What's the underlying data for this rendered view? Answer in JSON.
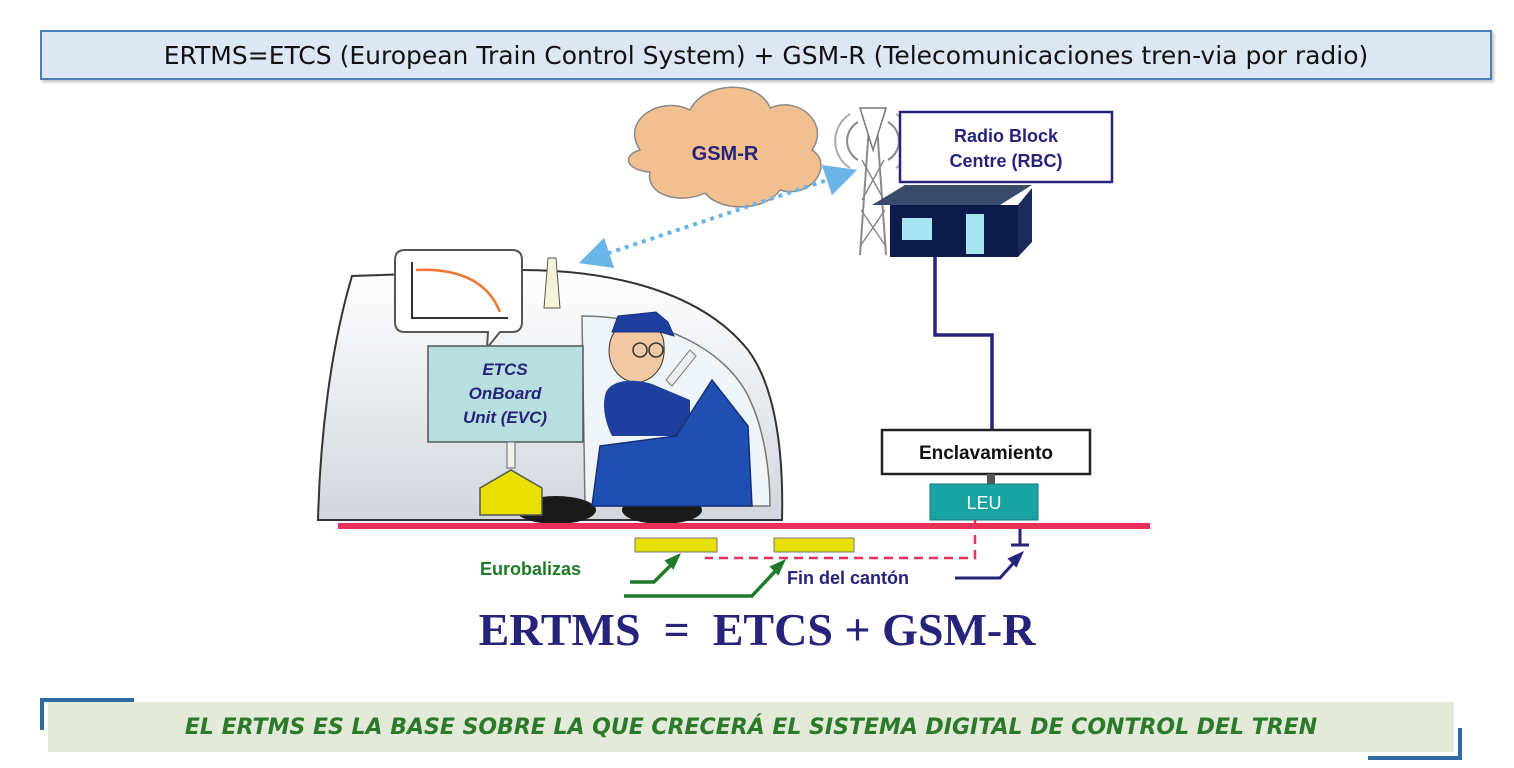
{
  "header": {
    "title": "ERTMS=ETCS (European Train Control System) + GSM-R (Telecomunicaciones tren-via por radio)"
  },
  "diagram": {
    "cloud_label": "GSM-R",
    "rbc_line1": "Radio Block",
    "rbc_line2": "Centre (RBC)",
    "onboard_line1": "ETCS",
    "onboard_line2": "OnBoard",
    "onboard_line3": "Unit (EVC)",
    "interlocking_label": "Enclavamiento",
    "leu_label": "LEU",
    "eurobalises_label": "Eurobalizas",
    "block_end_label": "Fin del cantón"
  },
  "equation": "ERTMS  =  ETCS + GSM-R",
  "footer": {
    "text": "EL ERTMS ES LA BASE SOBRE LA QUE CRECERÁ EL SISTEMA DIGITAL DE CONTROL DEL TREN"
  },
  "colors": {
    "navy": "#25237a",
    "rail": "#e8305a",
    "balise": "#e8e000",
    "leu": "#1aa3a3",
    "green": "#1f7a2a",
    "cloud": "#f2c090",
    "onboard": "#b8dfe0"
  }
}
